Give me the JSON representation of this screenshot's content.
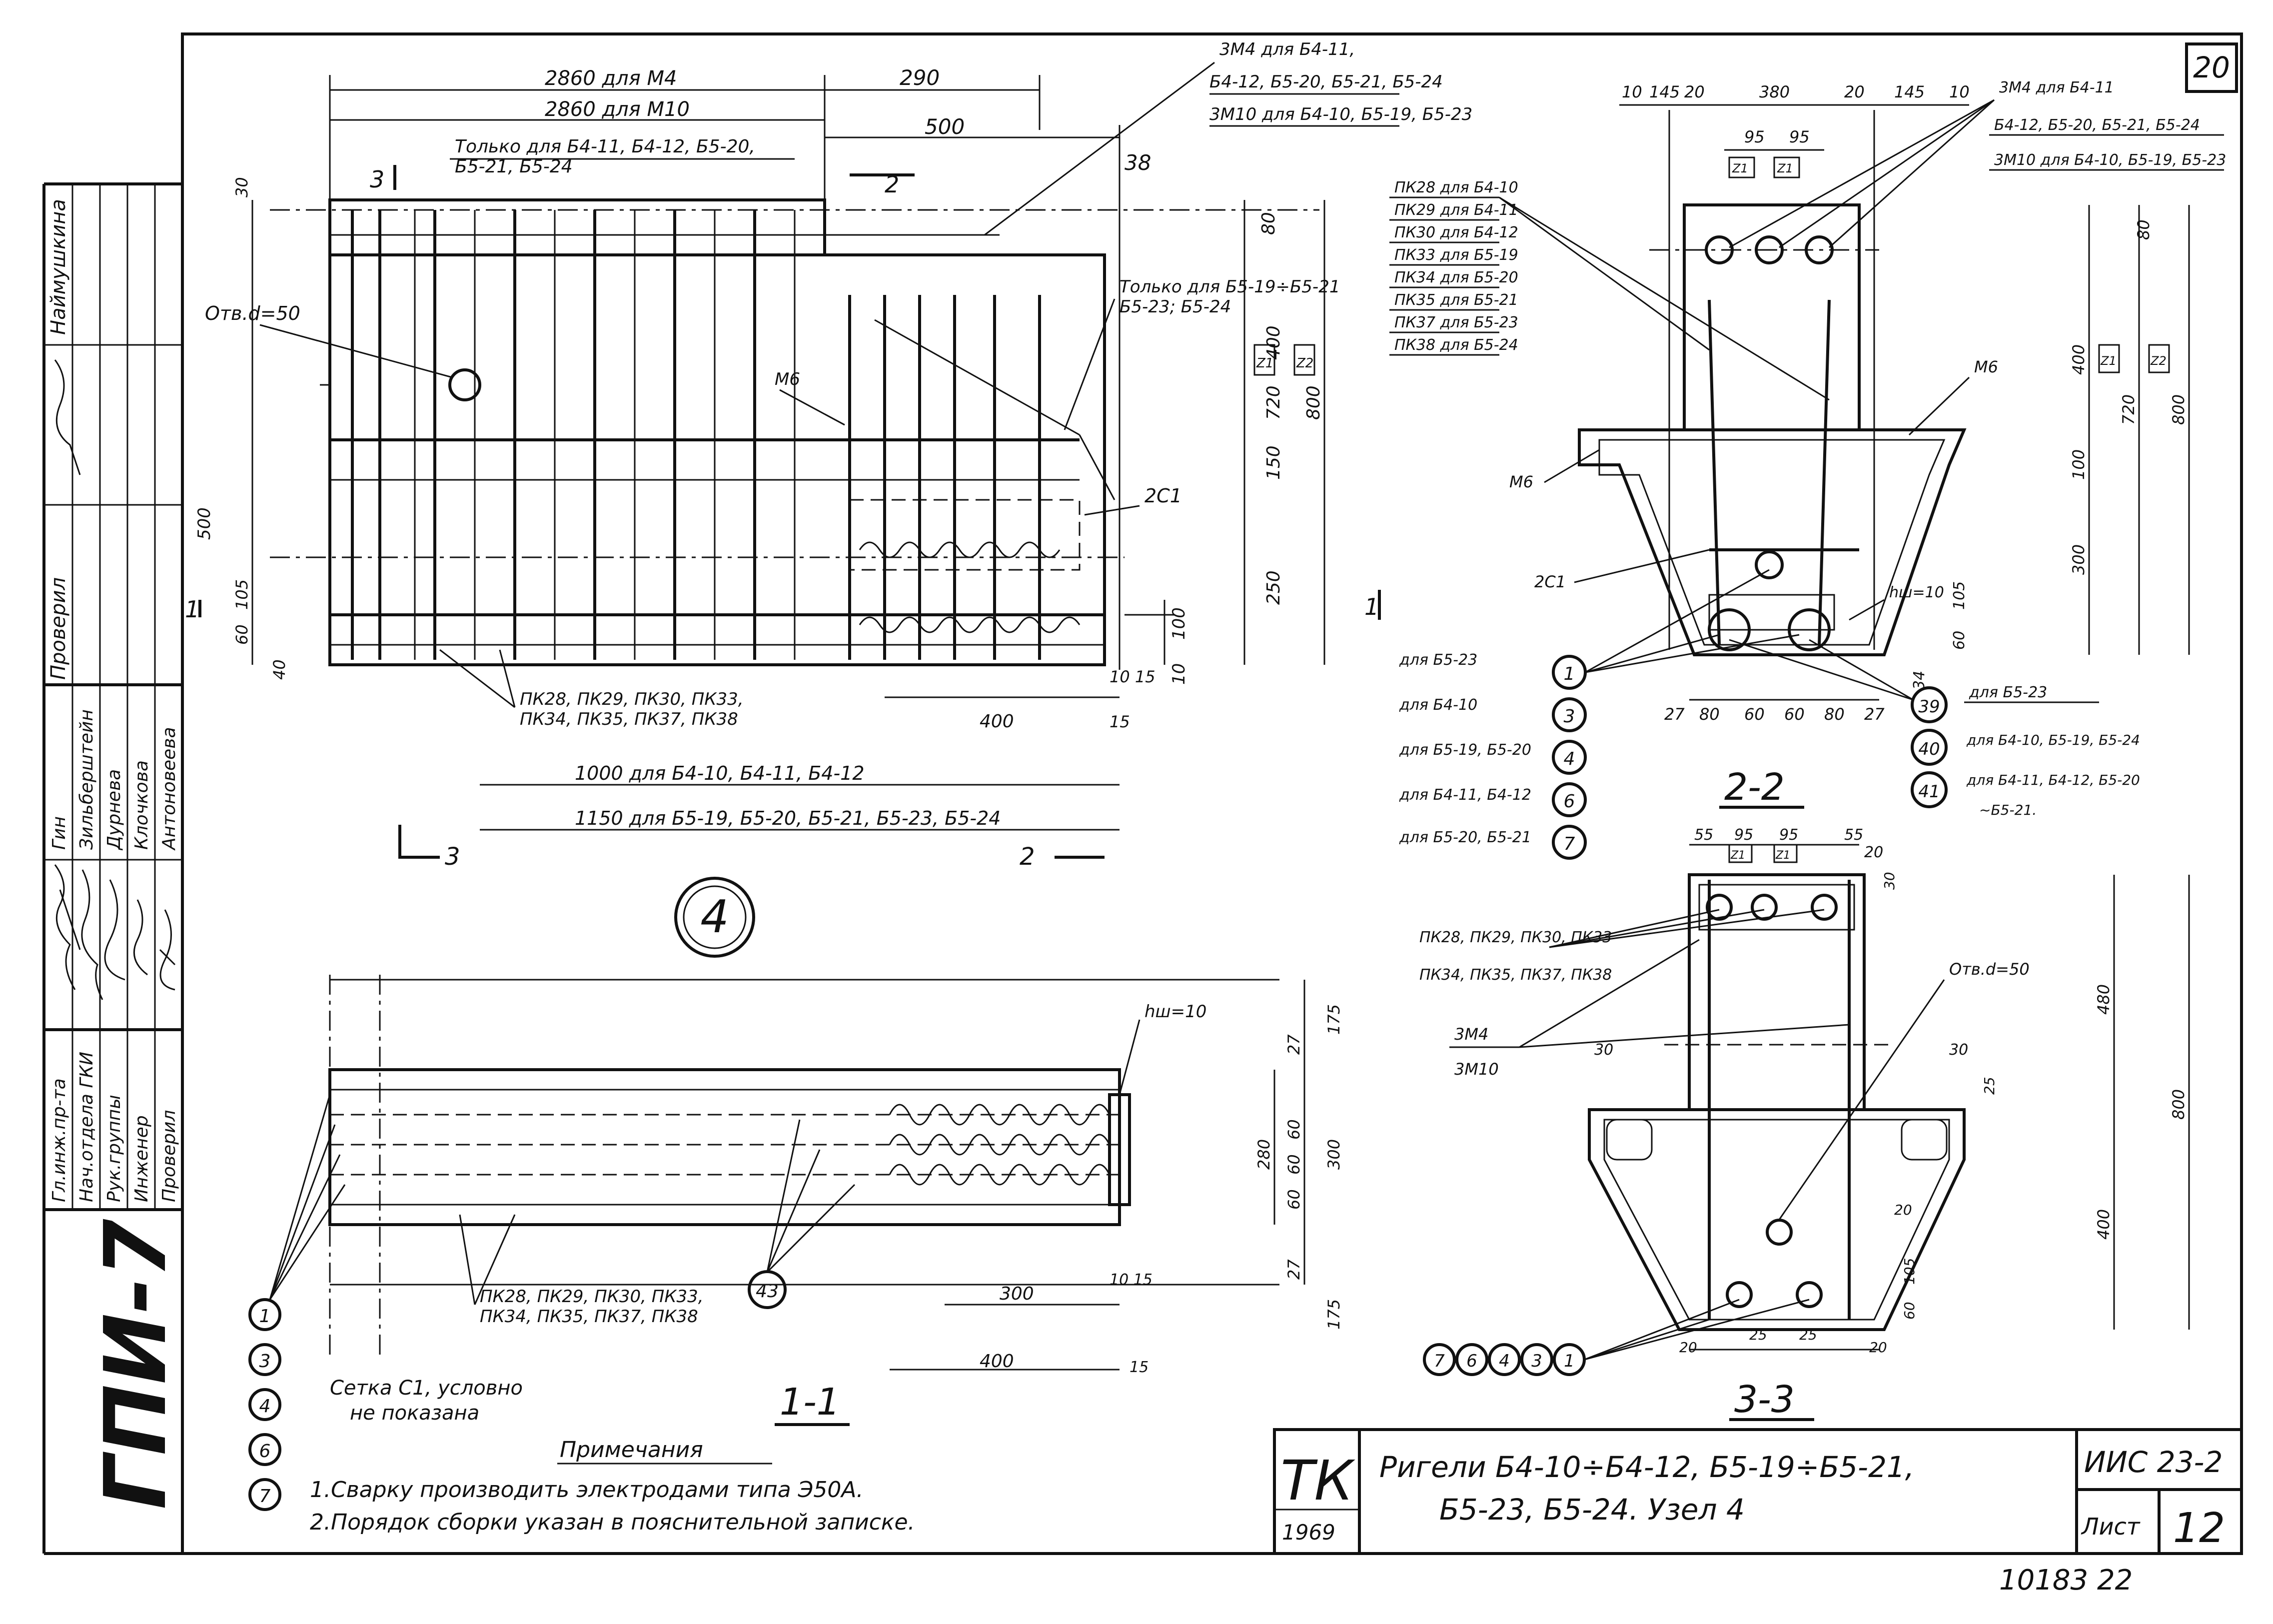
{
  "sheet_number": "20",
  "stamp": {
    "org_vertical": "ГПИ-7",
    "roles": [
      "Гл.инж.пр-та",
      "Нач.отдела ГКИ",
      "Рук.группы",
      "Инженер",
      "Проверил"
    ],
    "names_left": [
      "Гин",
      "Зильберштейн",
      "Дурнева",
      "Клочкова",
      "Антоновеева"
    ],
    "names_top": [
      "Наймушкина",
      "Проверил"
    ]
  },
  "title_block": {
    "org": "ТК",
    "year": "1969",
    "title_line1": "Ригели Б4-10÷Б4-12, Б5-19÷Б5-21,",
    "title_line2": "Б5-23, Б5-24. Узел 4",
    "series": "ИИС 23-2",
    "sheet_label": "Лист",
    "sheet_value": "12"
  },
  "archive_number": "10183  22",
  "node_label": "4",
  "views": {
    "section_1_1": "1-1",
    "section_2_2": "2-2",
    "section_3_3": "3-3",
    "cut_2": "2",
    "cut_3": "3",
    "cut_1": "1"
  },
  "elevation": {
    "dim_2860_m4": "2860 для М4",
    "dim_2860_m10": "2860 для М10",
    "dim_290": "290",
    "dim_500": "500",
    "dim_38": "38",
    "only_for_b4": "Только для Б4-11, Б4-12, Б5-20,",
    "only_for_b4_2": "Б5-21, Б5-24",
    "only_for_b5": "Только для Б5-19÷Б5-21",
    "only_for_b5_2": "Б5-23; Б5-24",
    "hole": "Отв.d=50",
    "m6": "М6",
    "c1": "2С1",
    "dims_right": [
      "80",
      "400",
      "720",
      "800",
      "150",
      "250",
      "100",
      "10"
    ],
    "dims_left": [
      "30",
      "500",
      "105",
      "60",
      "40"
    ],
    "markers": [
      "Z1",
      "Z2"
    ],
    "pk_note_1": "ПК28, ПК29, ПК30, ПК33,",
    "pk_note_2": "ПК34, ПК35, ПК37, ПК38",
    "dim_10_15": "10  15",
    "dim_400": "400",
    "dim_15": "15",
    "dim_1000": "1000 для Б4-10, Б4-11, Б4-12",
    "dim_1150": "1150 для Б5-19, Б5-20, Б5-21, Б5-23, Б5-24",
    "zm_label_1": "3М4 для Б4-11,",
    "zm_label_2": "Б4-12, Б5-20, Б5-21, Б5-24",
    "zm_label_3": "3М10 для Б4-10, Б5-19, Б5-23"
  },
  "section_1_1": {
    "hw": "hш=10",
    "dims_right": [
      "27",
      "60",
      "60",
      "60",
      "27",
      "280",
      "300",
      "175",
      "175"
    ],
    "dim_10_15": "10  15",
    "dim_300": "300",
    "dim_400": "400",
    "dim_15": "15",
    "pk_note_1": "ПК28, ПК29, ПК30, ПК33,",
    "pk_note_2": "ПК34, ПК35, ПК37, ПК38",
    "callout": "43",
    "left_callouts": [
      "1",
      "3",
      "4",
      "6",
      "7"
    ],
    "mesh_note_1": "Сетка С1, условно",
    "mesh_note_2": "не показана"
  },
  "notes": {
    "heading": "Примечания",
    "items": [
      "1.Сварку производить электродами типа Э50А.",
      "2.Порядок сборки указан в пояснительной записке."
    ]
  },
  "section_2_2": {
    "top_dims": [
      "10",
      "145",
      "20",
      "380",
      "20",
      "145",
      "10"
    ],
    "dims_95": [
      "95",
      "95"
    ],
    "pk_list": [
      "ПК28 для Б4-10",
      "ПК29 для Б4-11",
      "ПК30 для Б4-12",
      "ПК33 для Б5-19",
      "ПК34 для Б5-20",
      "ПК35 для Б5-21",
      "ПК37 для Б5-23",
      "ПК38 для Б5-24"
    ],
    "zm_1": "3М4 для Б4-11",
    "zm_2": "Б4-12, Б5-20, Б5-21, Б5-24",
    "zm_3": "3М10 для Б4-10, Б5-19, Б5-23",
    "m6_right": "М6",
    "m6_left": "М6",
    "c1": "2С1",
    "hw": "hш=10",
    "right_dims": [
      "80",
      "400",
      "720",
      "800",
      "100",
      "300",
      "105",
      "60",
      "34"
    ],
    "bottom_dims": [
      "27",
      "80",
      "60",
      "60",
      "80",
      "27"
    ],
    "left_callouts": [
      {
        "text": "для Б5-23",
        "num": "1"
      },
      {
        "text": "для Б4-10",
        "num": "3"
      },
      {
        "text": "для Б5-19, Б5-20",
        "num": "4"
      },
      {
        "text": "для Б4-11, Б4-12",
        "num": "6"
      },
      {
        "text": "для Б5-20, Б5-21",
        "num": "7"
      }
    ],
    "right_callouts": [
      {
        "num": "39",
        "text": "для Б5-23"
      },
      {
        "num": "40",
        "text": "для Б4-10, Б5-19, Б5-24"
      },
      {
        "num": "41",
        "text": "для Б4-11, Б4-12, Б5-20"
      },
      {
        "num": "",
        "text": "~Б5-21."
      }
    ]
  },
  "section_3_3": {
    "top_dims": [
      "55",
      "95",
      "95",
      "55"
    ],
    "dim_20": "20",
    "dim_30": "30",
    "pk_1": "ПК28, ПК29, ПК30, ПК33",
    "pk_2": "ПК34, ПК35, ПК37, ПК38",
    "hole": "Отв.d=50",
    "zm4": "3М4",
    "zm10": "3М10",
    "dim_30a": "30",
    "dim_30b": "30",
    "dim_25": "25",
    "dim_20b": "20",
    "right_dims": [
      "480",
      "800",
      "400",
      "105",
      "60"
    ],
    "bottom_dims": [
      "20",
      "25",
      "25",
      "20"
    ],
    "callouts": [
      "7",
      "6",
      "4",
      "3",
      "1"
    ]
  }
}
